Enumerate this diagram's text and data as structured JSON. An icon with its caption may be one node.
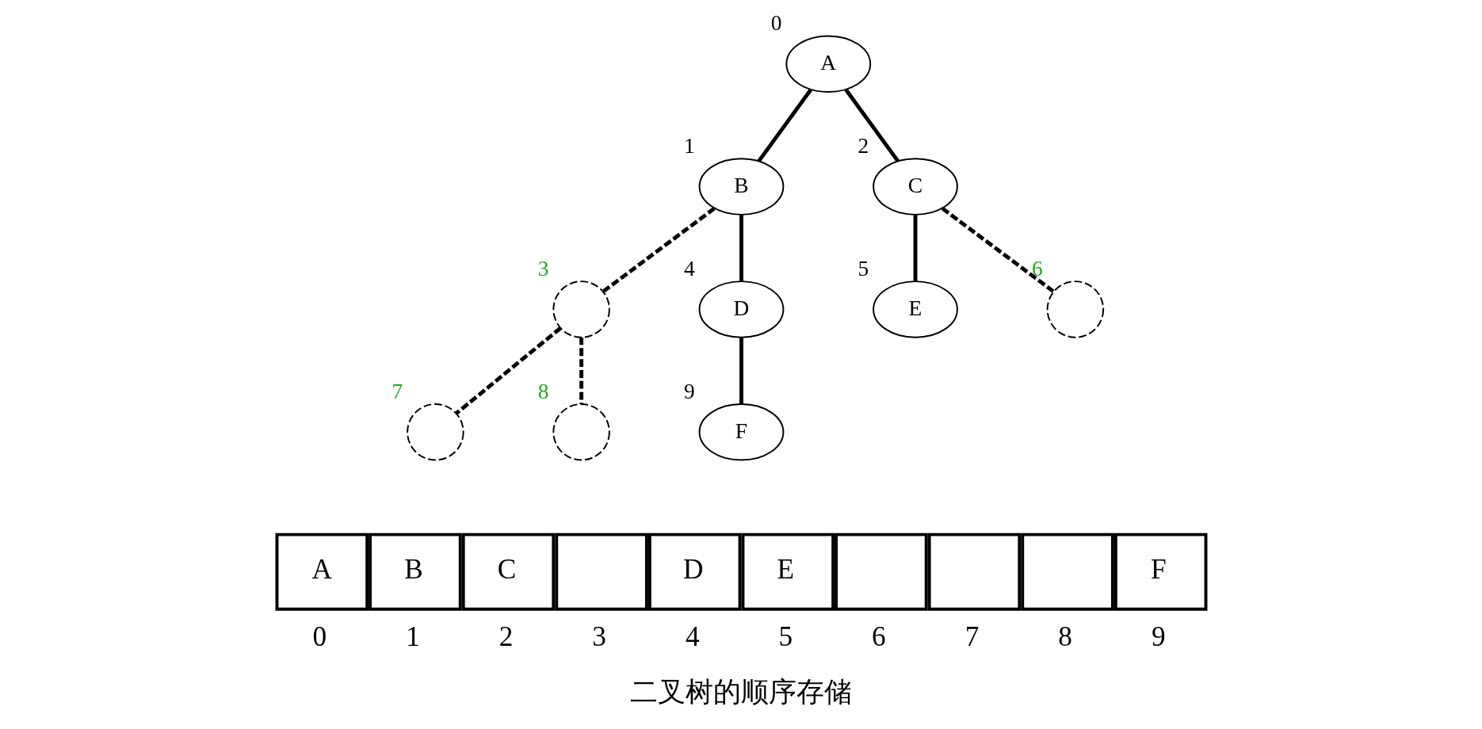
{
  "diagram": {
    "caption": "二叉树的顺序存储",
    "nodes": [
      {
        "text": [
          "A"
        ],
        "beside": [
          "0"
        ]
      },
      {
        "text": [
          "B"
        ],
        "beside": [
          "1"
        ]
      },
      {
        "text": [
          "C"
        ],
        "beside": [
          "2"
        ]
      },
      {
        "text": [],
        "shape": "circle",
        "beside": [
          "3"
        ]
      },
      {
        "text": [
          "D"
        ],
        "beside": [
          "4"
        ]
      },
      {
        "text": [
          "E"
        ],
        "beside": [
          "5"
        ]
      },
      {
        "text": [],
        "shape": "circle",
        "beside": [
          "6"
        ]
      },
      {
        "text": [],
        "shape": "circle",
        "beside": [
          "7"
        ]
      },
      {
        "text": [],
        "shape": "circle",
        "beside": [
          "8"
        ]
      },
      {
        "text": [
          "F"
        ],
        "beside": [
          "9"
        ]
      }
    ],
    "edges": [
      {
        "from": 0,
        "to": 1,
        "arrow": "none"
      },
      {
        "from": 0,
        "to": 2,
        "arrow": "none"
      },
      {
        "from": 1,
        "to": 3,
        "arrow": "none",
        "style": "dashed"
      },
      {
        "from": 1,
        "to": 4,
        "arrow": "none"
      },
      {
        "from": 2,
        "to": 5,
        "arrow": "none"
      },
      {
        "from": 2,
        "to": 6,
        "arrow": "none",
        "style": "dashed"
      },
      {
        "from": 3,
        "to": 7,
        "arrow": "none",
        "style": "dashed"
      },
      {
        "from": 3,
        "to": 8,
        "arrow": "none",
        "style": "dashed"
      },
      {
        "from": 4,
        "to": 9,
        "arrow": "none"
      }
    ],
    "labels": [
      "A",
      "B",
      "C",
      "D",
      "E",
      "F",
      "0",
      "1",
      "2",
      "3",
      "4",
      "5",
      "6",
      "7",
      "8",
      "9"
    ]
  }
}
